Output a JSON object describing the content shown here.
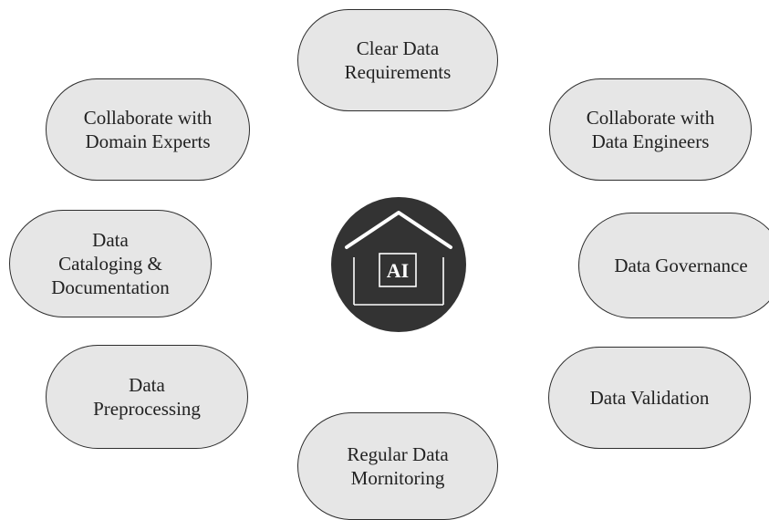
{
  "nodes": {
    "clear_requirements": "Clear Data\nRequirements",
    "domain_experts": "Collaborate with\nDomain Experts",
    "data_engineers": "Collaborate with\nData Engineers",
    "cataloging": "Data\nCataloging &\nDocumentation",
    "governance": "Data Governance",
    "preprocessing": "Data\nPreprocessing",
    "validation": "Data Validation",
    "monitoring": "Regular Data\nMornitoring"
  },
  "center": {
    "icon": "house-ai-icon",
    "label": "AI",
    "circle_color": "#333333",
    "line_color": "#ffffff"
  },
  "colors": {
    "pill_fill": "#e6e6e6",
    "pill_border": "#2e2e2e",
    "text": "#222222"
  }
}
